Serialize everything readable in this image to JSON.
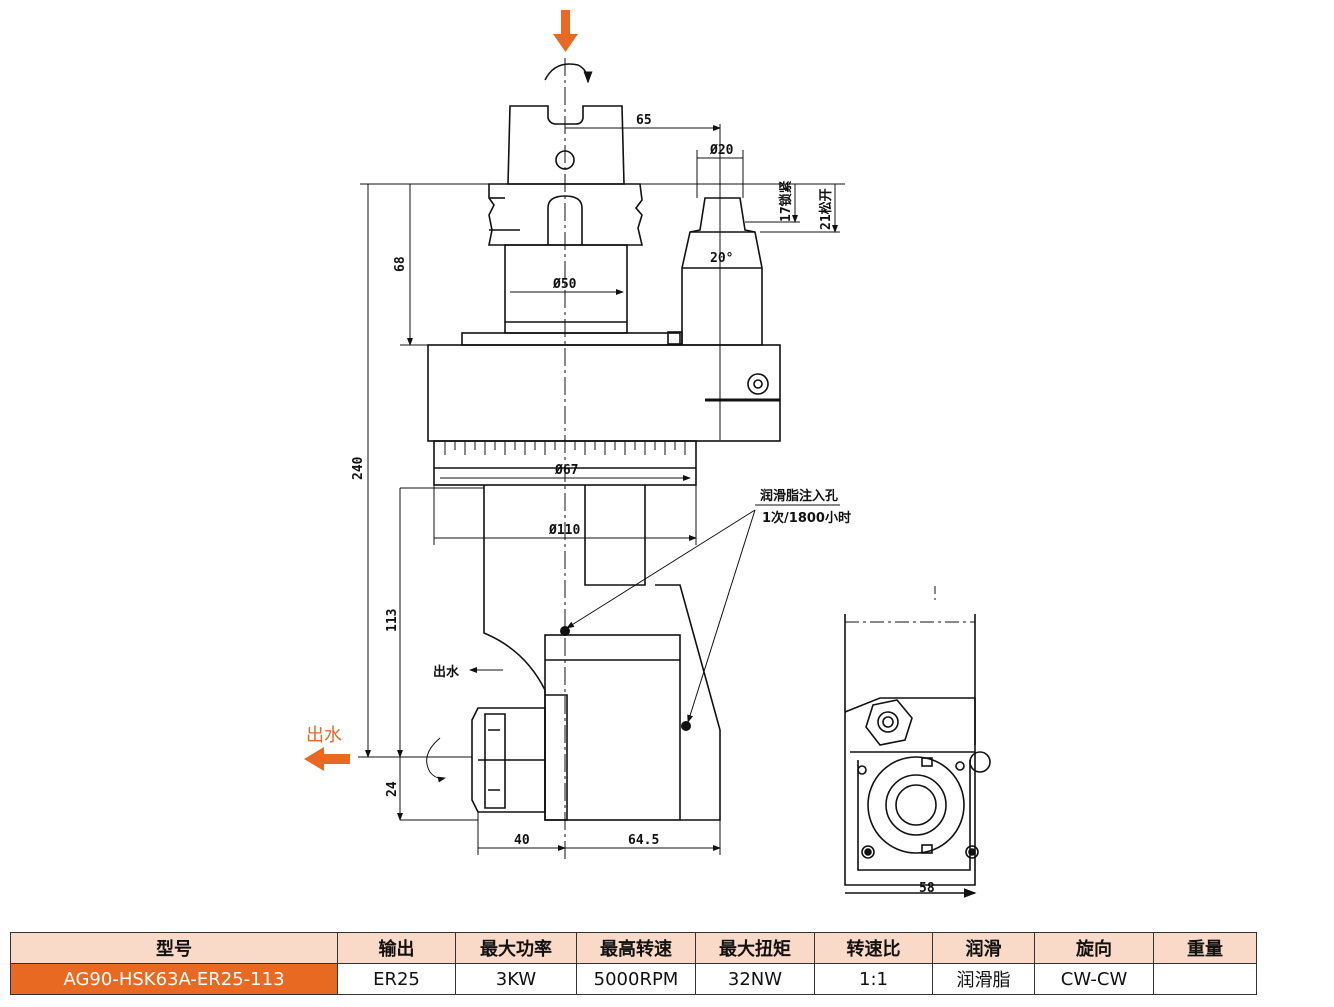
{
  "dimensions": {
    "d65": "65",
    "phi20": "Ø20",
    "lock17": "17锁紧",
    "loose21": "21松开",
    "angle20": "20°",
    "h68": "68",
    "phi50": "Ø50",
    "h240": "240",
    "phi67": "Ø67",
    "phi110": "Ø110",
    "h113": "113",
    "h24": "24",
    "w40": "40",
    "w645": "64.5",
    "w58": "58"
  },
  "notes": {
    "grease_hole": "润滑脂注入孔",
    "grease_interval": "1次/1800小时",
    "water_out_small": "出水",
    "water_out_orange": "出水"
  },
  "colors": {
    "accent": "#e86a22",
    "header_bg": "#f9d9c8"
  },
  "table": {
    "headers": [
      "型号",
      "输出",
      "最大功率",
      "最高转速",
      "最大扭矩",
      "转速比",
      "润滑",
      "旋向",
      "重量"
    ],
    "row": [
      "AG90-HSK63A-ER25-113",
      "ER25",
      "3KW",
      "5000RPM",
      "32NW",
      "1:1",
      "润滑脂",
      "CW-CW",
      ""
    ]
  }
}
